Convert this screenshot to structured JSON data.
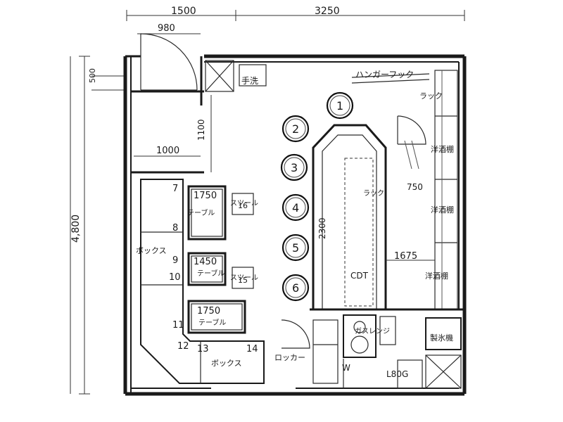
{
  "dimensions": {
    "top_left": "1500",
    "top_right": "3250",
    "door_width": "980",
    "left_total": "4,800",
    "small": "500",
    "corridor": "1000",
    "corridor_v": "1100",
    "counter": "2300",
    "wall_shelf": "1675",
    "door_small": "750"
  },
  "labels": {
    "hanger_hook": "ハンガーフック",
    "hand_wash": "手洗",
    "rack": "ラック",
    "liquor_shelf_1": "洋酒棚",
    "liquor_shelf_2": "洋酒棚",
    "liquor_shelf_3": "洋酒棚",
    "ice_maker": "製氷機",
    "locker": "ロッカー",
    "gas_range": "ガスレンジ",
    "tank": "L80G",
    "back_counter": "CDT",
    "back_rack": "ラック",
    "box_left": "ボックス",
    "box_bottom": "ボックス",
    "w_mark": "W"
  },
  "tables": [
    {
      "size": "1750",
      "label": "テーブル"
    },
    {
      "size": "1450",
      "label": "テーブル"
    },
    {
      "size": "1750",
      "label": "テーブル"
    }
  ],
  "stools": [
    {
      "label": "スツール",
      "note": "16"
    },
    {
      "label": "スツール",
      "note": "15"
    }
  ],
  "seat_numbers": [
    "1",
    "2",
    "3",
    "4",
    "5",
    "6"
  ],
  "booth_numbers": [
    "7",
    "8",
    "9",
    "10",
    "11",
    "12",
    "13",
    "14"
  ]
}
